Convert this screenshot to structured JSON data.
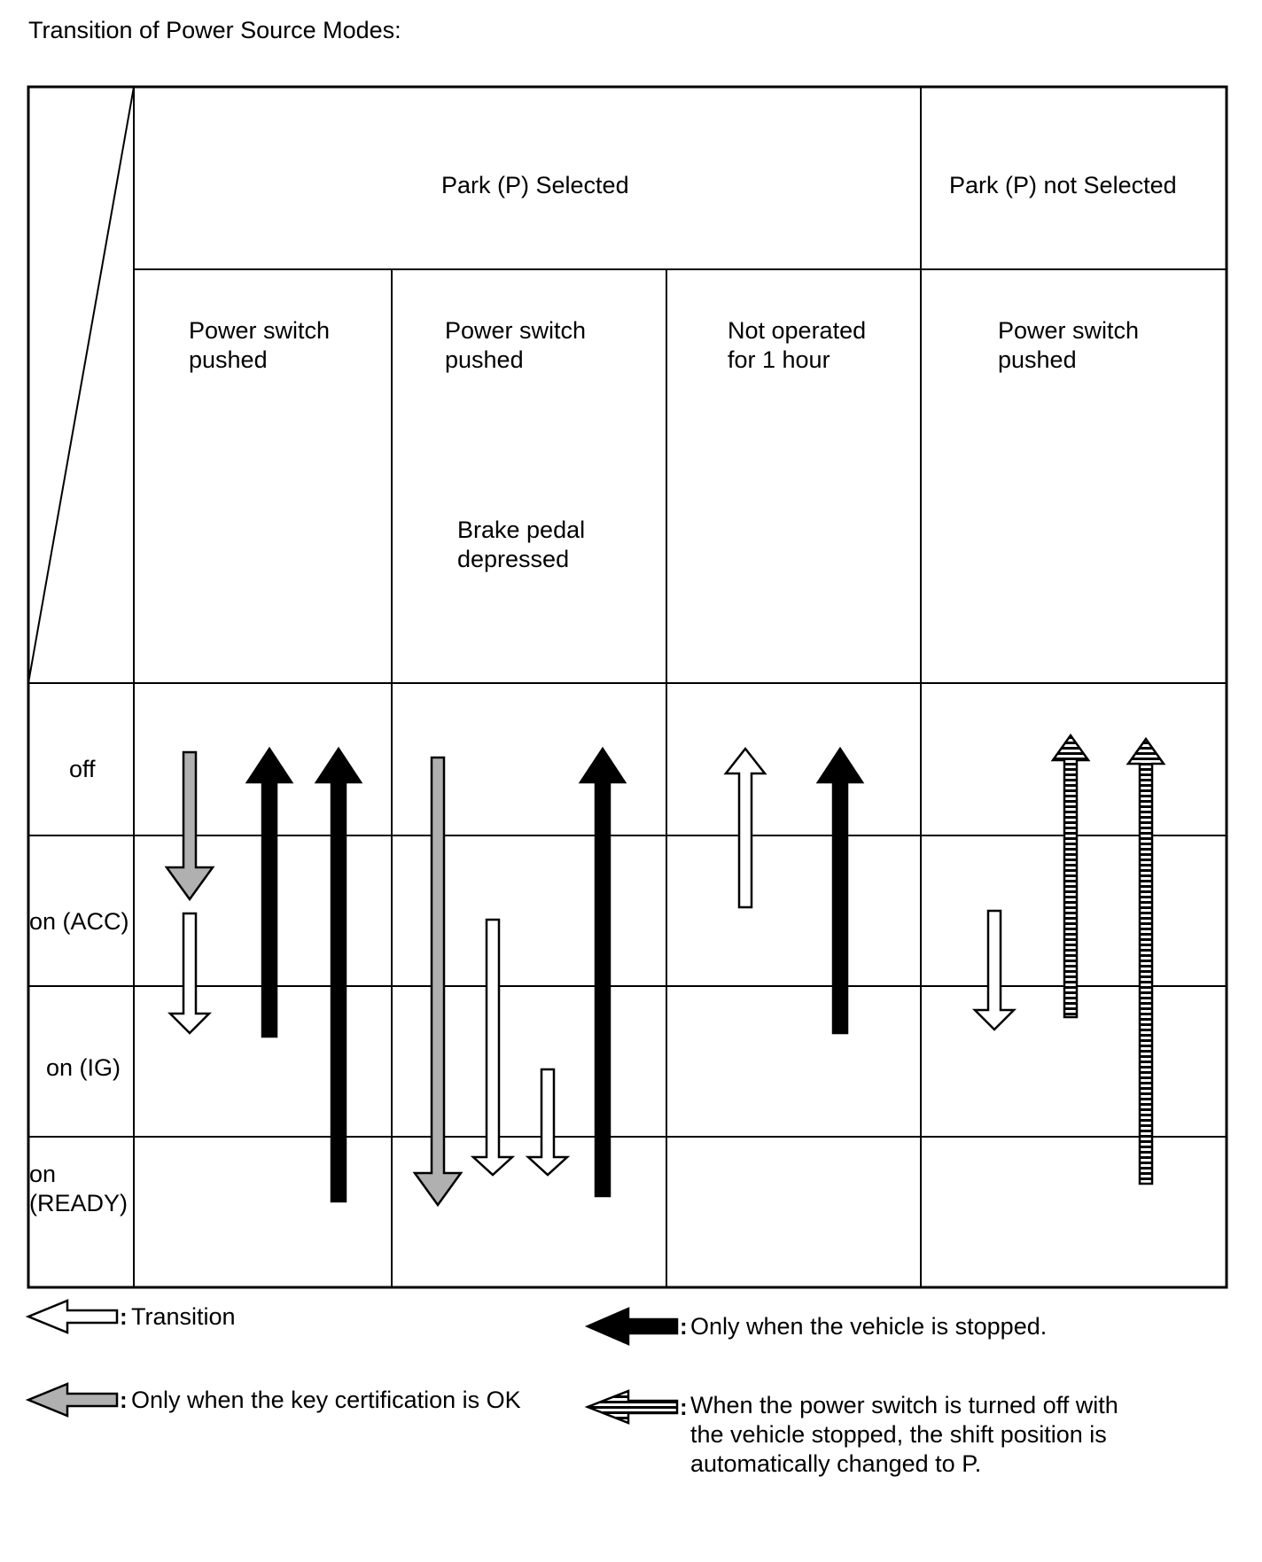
{
  "title": "Transition of Power Source Modes:",
  "header": {
    "park_selected": "Park (P) Selected",
    "park_not_selected": "Park (P) not Selected"
  },
  "columns": [
    {
      "label": "Power switch\npushed"
    },
    {
      "label": "Power switch\npushed",
      "sub_label": "Brake pedal\ndepressed"
    },
    {
      "label": "Not operated\nfor 1 hour"
    },
    {
      "label": "Power switch\npushed"
    }
  ],
  "rows": [
    {
      "label": "off"
    },
    {
      "label": "on (ACC)"
    },
    {
      "label": "on (IG)"
    },
    {
      "label": "on\n(READY)"
    }
  ],
  "legend": {
    "transition": "Transition",
    "stopped": "Only when the vehicle is stopped.",
    "key_ok": "Only when the key certification is OK",
    "auto_p": "When the power switch is turned off with\nthe vehicle stopped, the shift position is\nautomatically changed to P."
  },
  "arrow_styles": {
    "transition": {
      "fill": "#ffffff"
    },
    "key_ok": {
      "fill": "#b0b0b0"
    },
    "stopped": {
      "fill": "#000000"
    },
    "auto_p": {
      "fill": "striped"
    }
  },
  "transitions": [
    {
      "column": 1,
      "style": "key_ok",
      "from": "off",
      "to": "on (ACC)"
    },
    {
      "column": 1,
      "style": "transition",
      "from": "on (ACC)",
      "to": "on (IG)"
    },
    {
      "column": 1,
      "style": "stopped",
      "from": "on (IG)",
      "to": "off"
    },
    {
      "column": 1,
      "style": "stopped",
      "from": "on\n(READY)",
      "to": "off"
    },
    {
      "column": 2,
      "style": "key_ok",
      "from": "off",
      "to": "on\n(READY)"
    },
    {
      "column": 2,
      "style": "transition",
      "from": "on (ACC)",
      "to": "on\n(READY)"
    },
    {
      "column": 2,
      "style": "transition",
      "from": "on (IG)",
      "to": "on\n(READY)"
    },
    {
      "column": 2,
      "style": "stopped",
      "from": "on\n(READY)",
      "to": "off"
    },
    {
      "column": 3,
      "style": "transition",
      "from": "on (ACC)",
      "to": "off"
    },
    {
      "column": 3,
      "style": "stopped",
      "from": "on (IG)",
      "to": "off"
    },
    {
      "column": 4,
      "style": "transition",
      "from": "on (ACC)",
      "to": "on (IG)"
    },
    {
      "column": 4,
      "style": "auto_p",
      "from": "on (IG)",
      "to": "off"
    },
    {
      "column": 4,
      "style": "auto_p",
      "from": "on\n(READY)",
      "to": "off"
    }
  ]
}
